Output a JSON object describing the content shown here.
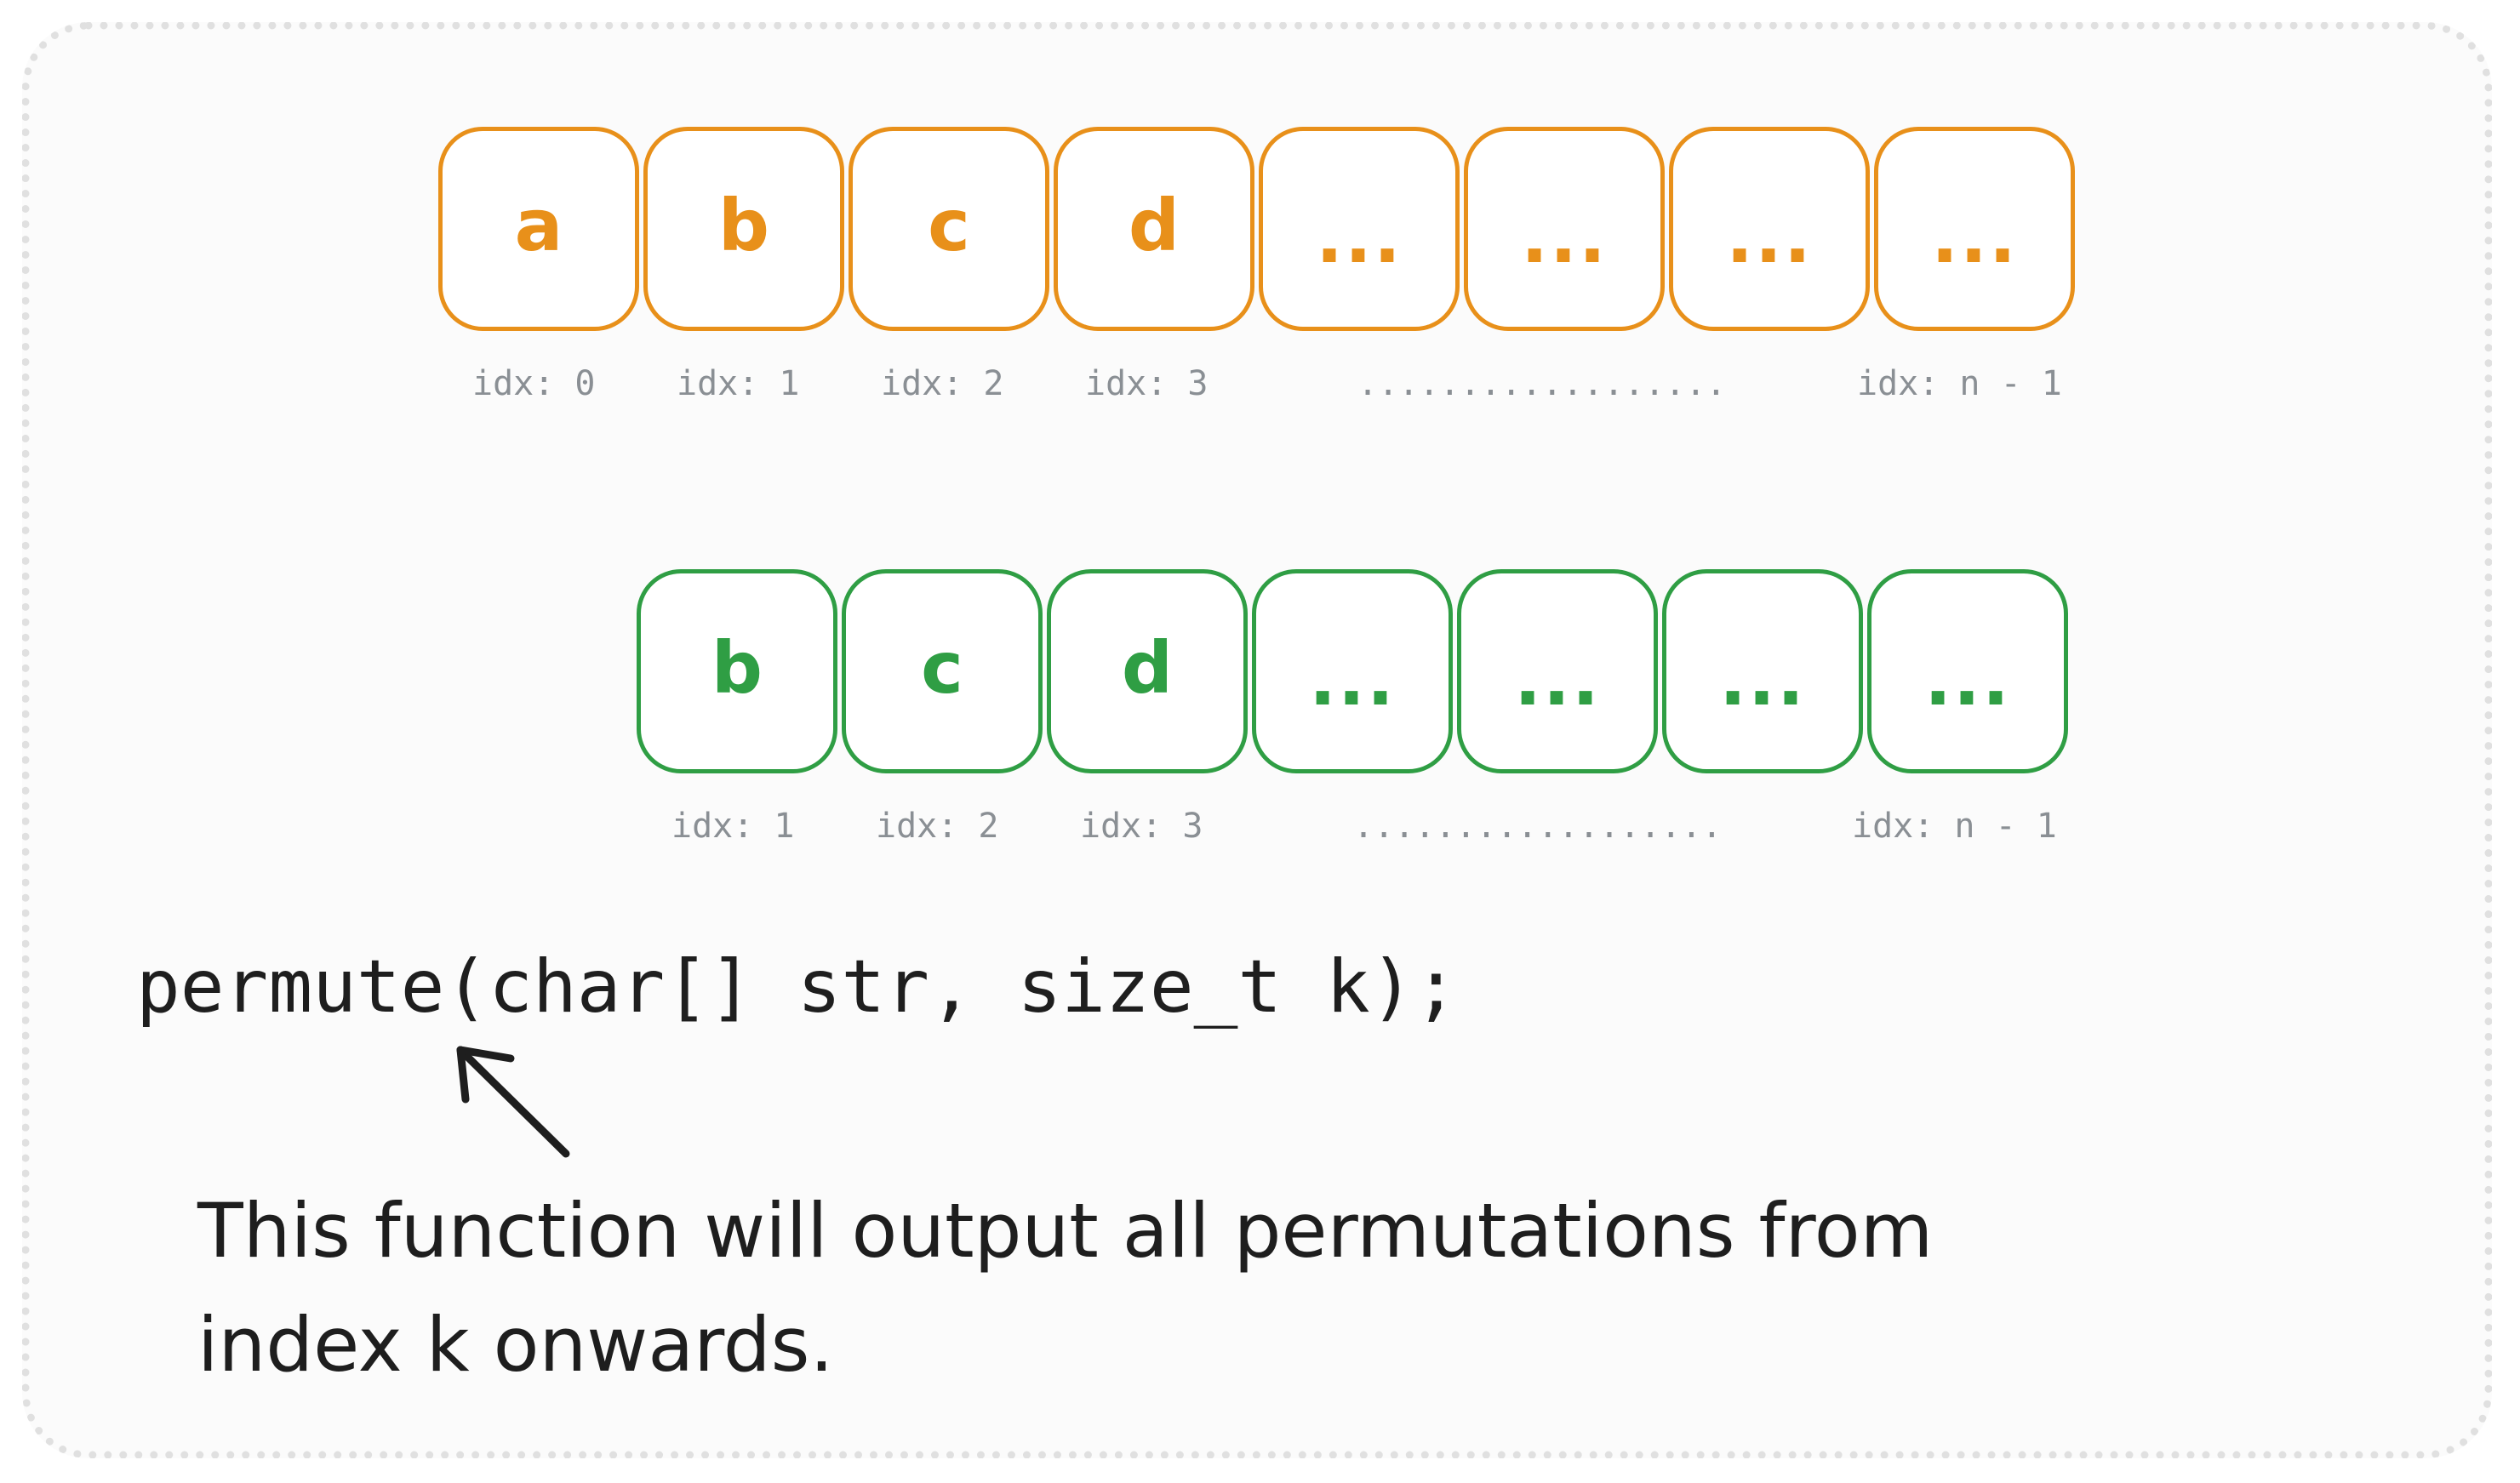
{
  "top_array": {
    "cells": [
      "a",
      "b",
      "c",
      "d",
      "...",
      "...",
      "...",
      "..."
    ],
    "labels": [
      "idx: 0",
      "idx: 1",
      "idx: 2",
      "idx: 3"
    ],
    "ellipsis": "..................",
    "last_label": "idx: n - 1",
    "color": "#e8901a"
  },
  "bottom_array": {
    "cells": [
      "b",
      "c",
      "d",
      "...",
      "...",
      "...",
      "..."
    ],
    "labels": [
      "idx: 1",
      "idx: 2",
      "idx: 3"
    ],
    "ellipsis": "..................",
    "last_label": "idx: n - 1",
    "color": "#2f9e44"
  },
  "signature": "permute(char[] str, size_t k);",
  "note": {
    "line1": "This function will output all permutations from",
    "line2": "index k onwards."
  }
}
